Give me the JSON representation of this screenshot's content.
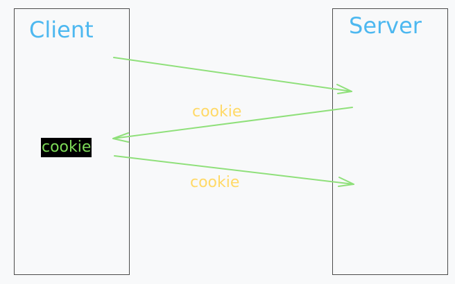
{
  "client": {
    "title": "Client",
    "stored_cookie": "cookie"
  },
  "server": {
    "title": "Server"
  },
  "messages": [
    {
      "from": "client",
      "to": "server",
      "label": ""
    },
    {
      "from": "server",
      "to": "client",
      "label": "cookie"
    },
    {
      "from": "client",
      "to": "server",
      "label": "cookie"
    }
  ],
  "colors": {
    "box_border": "#4a4a4a",
    "title": "#4db8f0",
    "arrow": "#8fe07a",
    "message_label": "#ffd966",
    "stored_cookie_text": "#7ddc58",
    "stored_cookie_bg": "#000000",
    "background": "#f8f9fa"
  }
}
